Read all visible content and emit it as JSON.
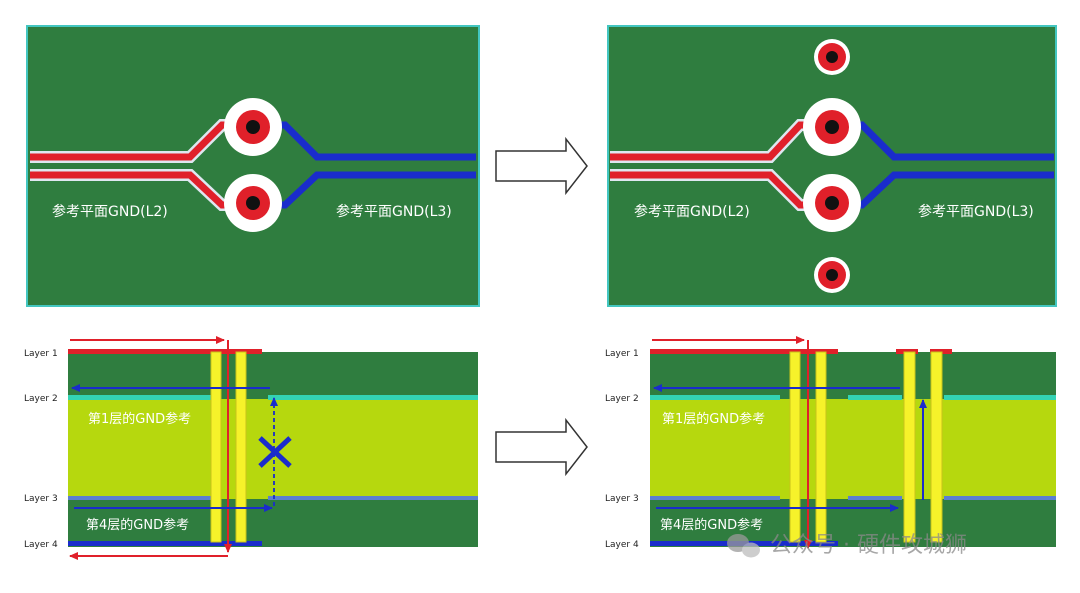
{
  "top_left": {
    "label_left": "参考平面GND(L2)",
    "label_right": "参考平面GND(L3)"
  },
  "top_right": {
    "label_left": "参考平面GND(L2)",
    "label_right": "参考平面GND(L3)"
  },
  "bottom_left": {
    "layers": [
      "Layer 1",
      "Layer 2",
      "Layer 3",
      "Layer 4"
    ],
    "ref_top": "第1层的GND参考",
    "ref_bottom": "第4层的GND参考"
  },
  "bottom_right": {
    "layers": [
      "Layer 1",
      "Layer 2",
      "Layer 3",
      "Layer 4"
    ],
    "ref_top": "第1层的GND参考",
    "ref_bottom": "第4层的GND参考"
  },
  "watermark": "公众号 · 硬件攻城狮",
  "colors": {
    "board_green": "#2f7d3f",
    "trace_red": "#e0202a",
    "trace_blue": "#1a2ccc",
    "dielectric_yellowgreen": "#b6d80e",
    "plane_cyan": "#33d3b4",
    "via_yellow": "#f6f22a"
  }
}
